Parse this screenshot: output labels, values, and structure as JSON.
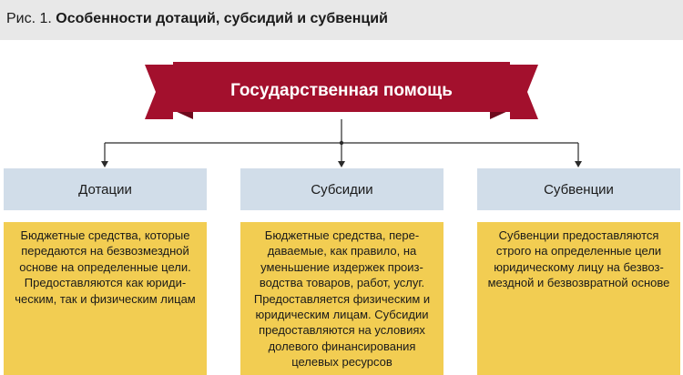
{
  "figure": {
    "caption_prefix": "Рис. 1.",
    "caption_title": "Особенности дотаций, субсидий и субвенций"
  },
  "root": {
    "label": "Государственная помощь"
  },
  "columns": [
    {
      "heading": "Дотации",
      "description": "Бюджетные средства, которые передаются на безвозмездной основе на определенные цели. Предоставляются как юриди-ческим, так и физическим лицам"
    },
    {
      "heading": "Субсидии",
      "description": "Бюджетные средства, пере-даваемые, как правило, на уменьшение издержек произ-водства товаров, работ, услуг. Предоставляется физическим и юридическим лицам. Субсидии предоставляются на условиях долевого финансирования целевых ресурсов"
    },
    {
      "heading": "Субвенции",
      "description": "Субвенции предоставляются строго на определенные цели юридическому лицу на безвоз-мездной и безвозвратной основе"
    }
  ],
  "colors": {
    "ribbon": "#a3102d",
    "ribbon_fold": "#6e0a1d",
    "heading_fill": "#d1dde9",
    "description_fill": "#f2cd52",
    "caption_bar": "#e8e8e8"
  }
}
